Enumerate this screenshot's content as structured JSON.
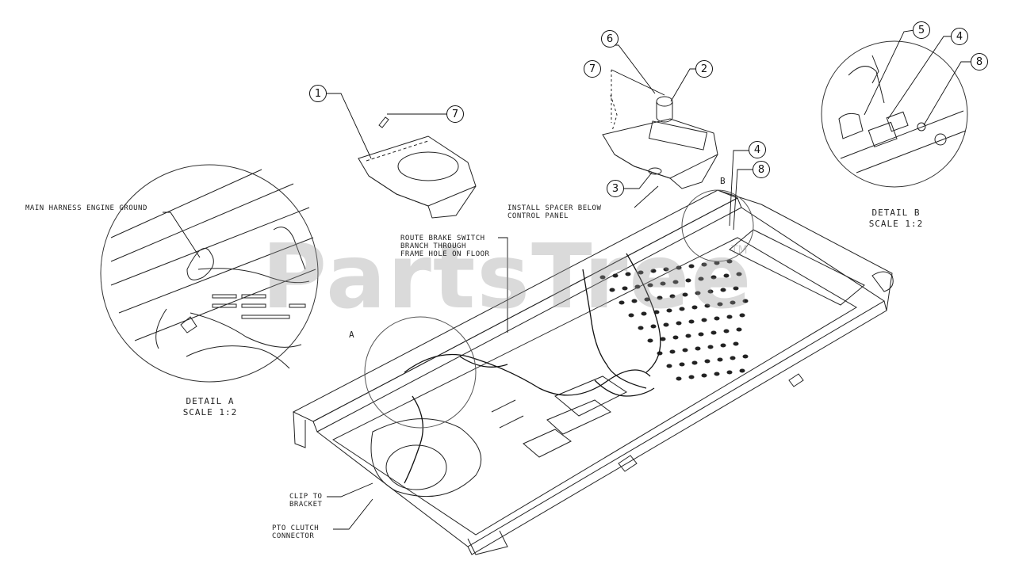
{
  "watermark": {
    "brand": "PartsTree",
    "trademark": "TM"
  },
  "callouts": [
    {
      "id": "c1",
      "num": "1"
    },
    {
      "id": "c7a",
      "num": "7"
    },
    {
      "id": "c6",
      "num": "6"
    },
    {
      "id": "c7b",
      "num": "7"
    },
    {
      "id": "c2",
      "num": "2"
    },
    {
      "id": "c3",
      "num": "3"
    },
    {
      "id": "c4a",
      "num": "4"
    },
    {
      "id": "c8a",
      "num": "8"
    },
    {
      "id": "c5",
      "num": "5"
    },
    {
      "id": "c4b",
      "num": "4"
    },
    {
      "id": "c8b",
      "num": "8"
    }
  ],
  "annotations": {
    "main_harness": "MAIN HARNESS ENGINE GROUND",
    "route_brake": "ROUTE BRAKE SWITCH\nBRANCH THROUGH\nFRAME HOLE ON FLOOR",
    "install_spacer": "INSTALL SPACER BELOW\nCONTROL PANEL",
    "clip_to_bracket": "CLIP TO\nBRACKET",
    "pto_clutch": "PTO CLUTCH\nCONNECTOR",
    "detail_a_letter": "A",
    "detail_b_letter": "B"
  },
  "details": {
    "a_title": "DETAIL A",
    "a_scale": "SCALE 1:2",
    "b_title": "DETAIL B",
    "b_scale": "SCALE 1:2"
  }
}
